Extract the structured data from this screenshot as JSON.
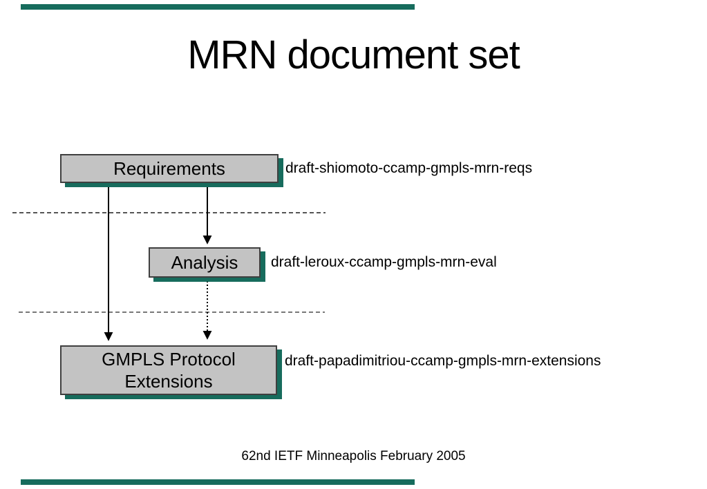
{
  "slide": {
    "title": "MRN document set",
    "footer": "62nd IETF Minneapolis February 2005"
  },
  "boxes": [
    {
      "label": "Requirements",
      "draft": "draft-shiomoto-ccamp-gmpls-mrn-reqs"
    },
    {
      "label": "Analysis",
      "draft": "draft-leroux-ccamp-gmpls-mrn-eval"
    },
    {
      "label": "GMPLS Protocol Extensions",
      "draft": "draft-papadimitriou-ccamp-gmpls-mrn-extensions"
    }
  ],
  "colors": {
    "accent": "#176c5d",
    "box_fill": "#c3c3c3",
    "box_border": "#3f3f3f",
    "line": "#000000",
    "divider1": "#1c1c1c",
    "divider2": "#4a4a4a"
  }
}
